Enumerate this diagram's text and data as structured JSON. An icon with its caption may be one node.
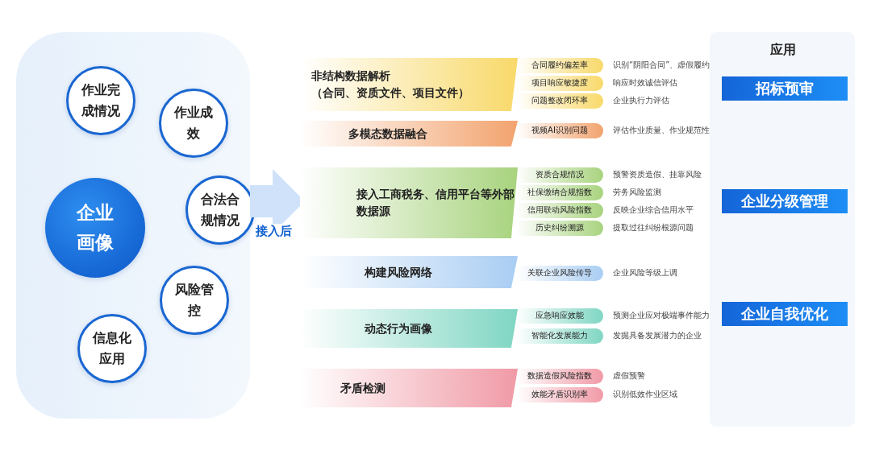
{
  "diagram": {
    "nodes": [
      {
        "text": [],
        "shape": "box"
      },
      {
        "text": [
          "企业画像"
        ],
        "in": 0
      },
      {
        "text": [
          "作业完成情况"
        ],
        "in": 0
      },
      {
        "text": [
          "作业成效"
        ],
        "in": 0
      },
      {
        "text": [
          "合法合规情况"
        ],
        "in": 0
      },
      {
        "text": [
          "风险管控"
        ],
        "in": 0
      },
      {
        "text": [
          "信息化应用"
        ],
        "in": 0
      },
      {
        "text": [
          "非结构数据解析",
          "（合同、资质文件、项目文件）"
        ]
      },
      {
        "text": [
          "多模态数据融合"
        ]
      },
      {
        "text": [
          "接入工商税务、信用平台等外部数据源"
        ]
      },
      {
        "text": [
          "构建风险网络"
        ]
      },
      {
        "text": [
          "动态行为画像"
        ]
      },
      {
        "text": [
          "矛盾检测"
        ]
      },
      {
        "text": [
          "合同履约偏差率"
        ],
        "beside": [
          "识别“阴阳合同”、虚假履约"
        ]
      },
      {
        "text": [
          "项目响应敏捷度"
        ],
        "beside": [
          "响应时效诚信评估"
        ]
      },
      {
        "text": [
          "问题整改闭环率"
        ],
        "beside": [
          "企业执行力评估"
        ]
      },
      {
        "text": [
          "视频AI识别问题"
        ],
        "beside": [
          "评估作业质量、作业规范性"
        ]
      },
      {
        "text": [
          "资质合规情况"
        ],
        "beside": [
          "预警资质造假、挂靠风险"
        ]
      },
      {
        "text": [
          "社保缴纳合规指数"
        ],
        "beside": [
          "劳务风险监测"
        ]
      },
      {
        "text": [
          "信用联动风险指数"
        ],
        "beside": [
          "反映企业综合信用水平"
        ]
      },
      {
        "text": [
          "历史纠纷溯源"
        ],
        "beside": [
          "提取过往纠纷根源问题"
        ]
      },
      {
        "text": [
          "关联企业风险传导"
        ],
        "beside": [
          "企业风险等级上调"
        ]
      },
      {
        "text": [
          "应急响应效能"
        ],
        "beside": [
          "预测企业应对极端事件能力"
        ]
      },
      {
        "text": [
          "智能化发展能力"
        ],
        "beside": [
          "发掘具备发展潜力的企业"
        ]
      },
      {
        "text": [
          "数据造假风险指数"
        ],
        "beside": [
          "虚假预警"
        ]
      },
      {
        "text": [
          "效能矛盾识别率"
        ],
        "beside": [
          "识别低效作业区域"
        ]
      },
      {
        "text": [
          "招标预审"
        ]
      },
      {
        "text": [
          "企业分级管理"
        ]
      },
      {
        "text": [
          "企业自我优化"
        ]
      }
    ],
    "edges": [
      {
        "from": 0,
        "to": 9,
        "arrow": "to",
        "label": "接入后"
      }
    ],
    "labels": [
      "应用"
    ]
  }
}
